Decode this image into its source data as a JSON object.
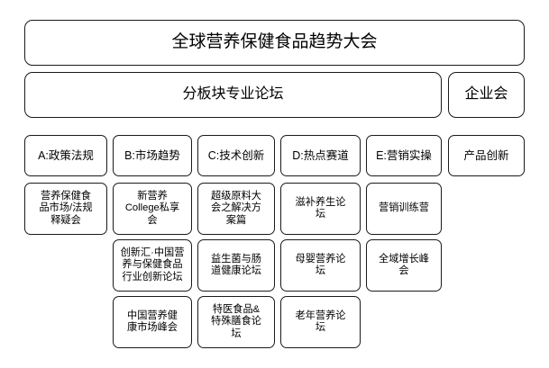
{
  "diagram": {
    "type": "organizational-hierarchy",
    "background_color": "#ffffff",
    "border_color": "#1a1a1a",
    "text_color": "#000000",
    "title": {
      "label": "全球营养保健食品趋势大会"
    },
    "sections": [
      {
        "id": "forums",
        "label": "分板块专业论坛"
      },
      {
        "id": "enterprise",
        "label": "企业会"
      }
    ],
    "columns": [
      {
        "id": "A",
        "header": "A:政策法规",
        "items": [
          "营养保健食\n品市场/法规\n释疑会"
        ]
      },
      {
        "id": "B",
        "header": "B:市场趋势",
        "items": [
          "新营养\nCollege私享\n会",
          "创新汇·中国营\n养与保健食品\n行业创新论坛",
          "中国营养健\n康市场峰会"
        ]
      },
      {
        "id": "C",
        "header": "C:技术创新",
        "items": [
          "超级原料大\n会之解决方\n案篇",
          "益生菌与肠\n道健康论坛",
          "特医食品&\n特殊膳食论\n坛"
        ]
      },
      {
        "id": "D",
        "header": "D:热点赛道",
        "items": [
          "滋补养生论\n坛",
          "母婴营养论\n坛",
          "老年营养论\n坛"
        ]
      },
      {
        "id": "E",
        "header": "E:营销实操",
        "items": [
          "营销训练营",
          "全域增长峰\n会"
        ]
      },
      {
        "id": "F",
        "header": "产品创新",
        "items": []
      }
    ]
  }
}
